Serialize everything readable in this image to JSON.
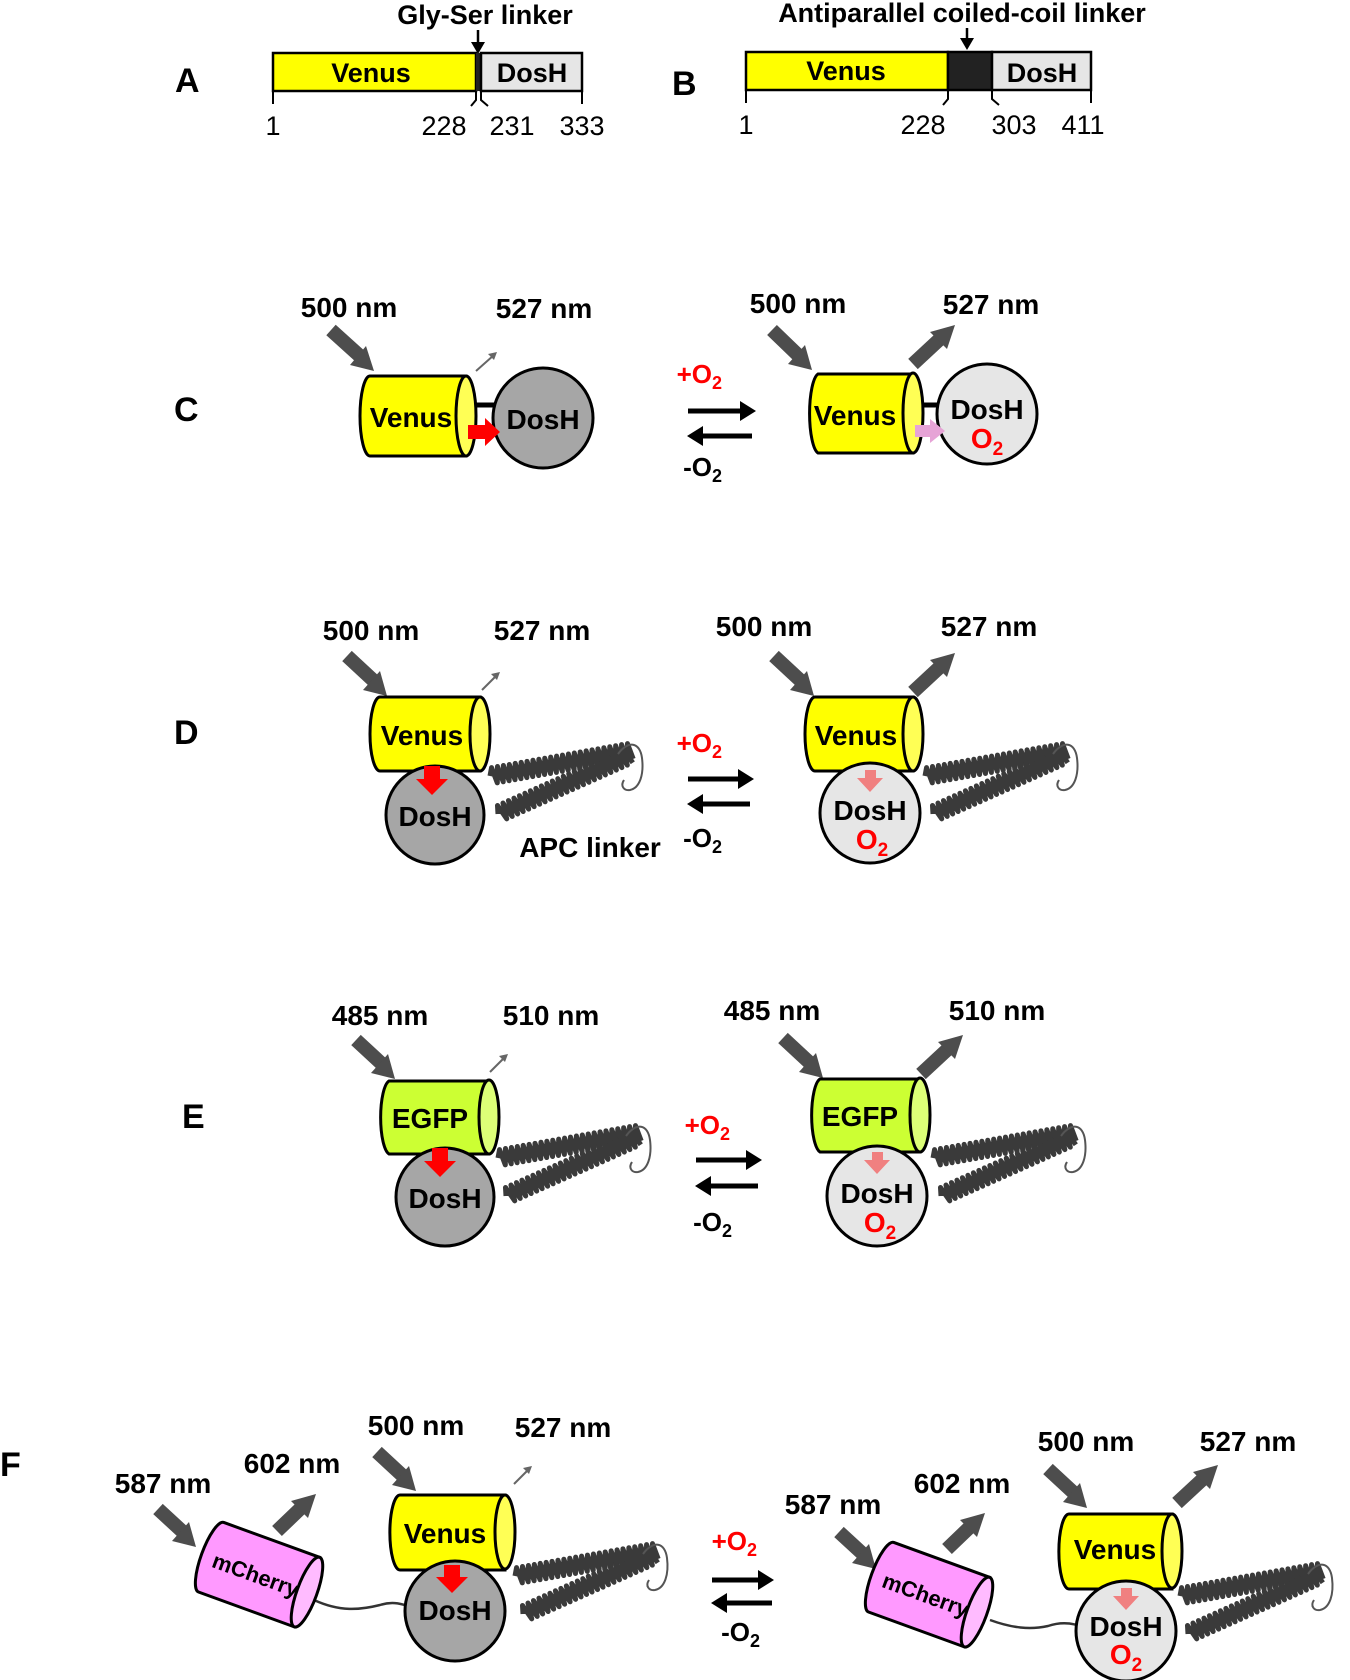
{
  "panel_a": {
    "letter": "A",
    "linker_label": "Gly-Ser linker",
    "venus": "Venus",
    "dosh": "DosH",
    "positions": [
      "1",
      "228",
      "231",
      "333"
    ]
  },
  "panel_b": {
    "letter": "B",
    "linker_label": "Antiparallel coiled-coil linker",
    "venus": "Venus",
    "dosh": "DosH",
    "positions": [
      "1",
      "228",
      "303",
      "411"
    ]
  },
  "panel_c": {
    "letter": "C",
    "excitation": "500 nm",
    "emission": "527 nm",
    "fp": "Venus",
    "dosh": "DosH",
    "oxygen": "O",
    "oxygen_sub": "2",
    "plus_o2": "+O",
    "minus_o2": "-O",
    "sub": "2"
  },
  "panel_d": {
    "letter": "D",
    "excitation": "500 nm",
    "emission": "527 nm",
    "fp": "Venus",
    "dosh": "DosH",
    "apc_label": "APC linker",
    "oxygen": "O",
    "oxygen_sub": "2",
    "plus_o2": "+O",
    "minus_o2": "-O",
    "sub": "2"
  },
  "panel_e": {
    "letter": "E",
    "excitation": "485 nm",
    "emission": "510 nm",
    "fp": "EGFP",
    "dosh": "DosH",
    "oxygen": "O",
    "oxygen_sub": "2",
    "plus_o2": "+O",
    "minus_o2": "-O",
    "sub": "2"
  },
  "panel_f": {
    "letter": "F",
    "mcherry_excitation": "587 nm",
    "mcherry_emission": "602 nm",
    "excitation": "500 nm",
    "emission": "527 nm",
    "mcherry": "mCherry",
    "fp": "Venus",
    "dosh": "DosH",
    "oxygen": "O",
    "oxygen_sub": "2",
    "plus_o2": "+O",
    "minus_o2": "-O",
    "sub": "2"
  },
  "colors": {
    "venus_yellow": "#ffff00",
    "egfp_green": "#ccff33",
    "mcherry_pink": "#ff99ff",
    "dosh_gray": "#a6a6a6",
    "dosh_light": "#e6e6e6",
    "arrow_gray": "#4d4d4d",
    "red": "#ff0000",
    "pink_arrow": "#e6a3d6",
    "faded_red": "#f08080"
  }
}
